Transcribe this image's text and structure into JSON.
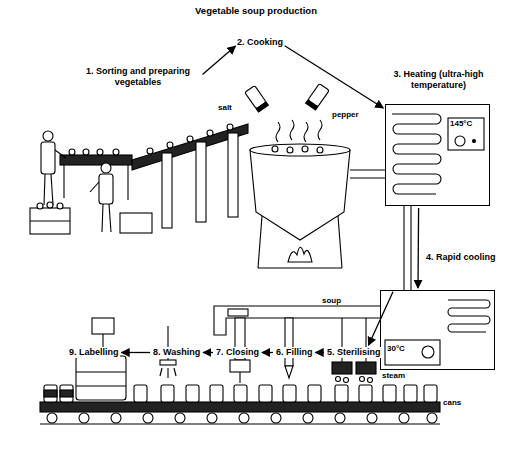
{
  "diagram": {
    "title": "Vegetable soup production",
    "nodes": [
      {
        "text": [
          "1. Sorting and preparing vegetables"
        ]
      },
      {
        "text": [
          "2. Cooking"
        ]
      },
      {
        "text": [
          "3. Heating (ultra-high temperature)",
          "145°C"
        ]
      },
      {
        "text": [
          "4. Rapid cooling",
          "30°C"
        ]
      },
      {
        "text": [
          "5. Sterilising"
        ]
      },
      {
        "text": [
          "6. Filling"
        ]
      },
      {
        "text": [
          "7. Closing"
        ]
      },
      {
        "text": [
          "8. Washing"
        ]
      },
      {
        "text": [
          "9. Labelling"
        ]
      }
    ],
    "edges": [
      {
        "from": 0,
        "to": 1,
        "arrow": "to"
      },
      {
        "from": 1,
        "to": 2,
        "arrow": "to"
      },
      {
        "from": 2,
        "to": 3,
        "arrow": "to"
      },
      {
        "from": 3,
        "to": 4,
        "arrow": "to"
      },
      {
        "from": 4,
        "to": 5,
        "arrow": "to"
      },
      {
        "from": 5,
        "to": 6,
        "arrow": "to"
      },
      {
        "from": 6,
        "to": 7,
        "arrow": "to"
      },
      {
        "from": 7,
        "to": 8,
        "arrow": "to"
      }
    ],
    "labels": [
      "salt",
      "pepper",
      "soup",
      "steam",
      "cans"
    ]
  }
}
